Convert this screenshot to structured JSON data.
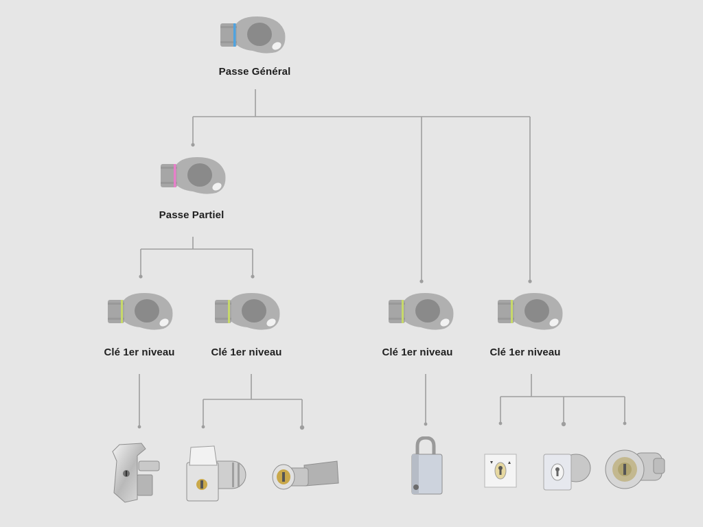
{
  "diagram": {
    "root": {
      "label": "Passe Général",
      "ring_color": "#4fa3e0",
      "icon": "key-icon"
    },
    "partial": {
      "label": "Passe Partiel",
      "ring_color": "#e67fc9",
      "icon": "key-icon"
    },
    "level1_keys": [
      {
        "label": "Clé 1er niveau",
        "ring_color": "#c7d96a",
        "icon": "key-icon"
      },
      {
        "label": "Clé 1er niveau",
        "ring_color": "#c7d96a",
        "icon": "key-icon"
      },
      {
        "label": "Clé 1er niveau",
        "ring_color": "#c7d96a",
        "icon": "key-icon"
      },
      {
        "label": "Clé 1er niveau",
        "ring_color": "#c7d96a",
        "icon": "key-icon"
      }
    ],
    "hardware": [
      {
        "icon": "t-handle-lock-icon"
      },
      {
        "icon": "flap-cylinder-lock-icon"
      },
      {
        "icon": "cam-lock-icon"
      },
      {
        "icon": "padlock-icon"
      },
      {
        "icon": "key-switch-plate-icon"
      },
      {
        "icon": "square-flange-cylinder-icon"
      },
      {
        "icon": "round-cylinder-lock-icon"
      }
    ],
    "colors": {
      "background": "#e6e6e6",
      "line": "#9e9e9e",
      "key_body": "#b0b0b0",
      "key_inner": "#8a8a8a",
      "text": "#1f1f1f"
    }
  }
}
